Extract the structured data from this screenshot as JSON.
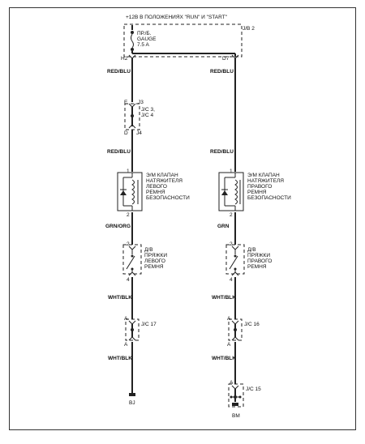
{
  "header": {
    "supply": "+12В В ПОЛОЖЕНИЯХ \"RUN\" И \"START\""
  },
  "junction_top": {
    "label": "J/B 2",
    "fuse_line1": "ПР./Б.",
    "fuse_line2": "GAUGE",
    "fuse_line3": "7.5 A",
    "pin_left": "H2",
    "pin_right": "D7"
  },
  "left": {
    "wire_1": "RED/BLU",
    "jc_top_pin": "E",
    "jc_top_conn": "J3",
    "jc_label_1": "J/C 3,",
    "jc_label_2": "J/C 4",
    "jc_bot_pin": "D",
    "jc_bot_conn": "J4",
    "wire_2": "RED/BLU",
    "solenoid_pin_top": "1",
    "solenoid_pin_bot": "2",
    "solenoid_label": [
      "Э/М КЛАПАН",
      "НАТЯЖИТЕЛЯ",
      "ЛЕВОГО",
      "РЕМНЯ",
      "БЕЗОПАСНОСТИ"
    ],
    "wire_3": "GRN/ORG",
    "switch_pin_top": "2",
    "switch_pin_bot": "4",
    "switch_label": [
      "Д/В",
      "ПРЯЖКИ",
      "ЛЕВОГО",
      "РЕМНЯ"
    ],
    "wire_4": "WHT/BLK",
    "jc2_pin_top": "A",
    "jc2_label": "J/C 17",
    "jc2_pin_bot": "A",
    "wire_5": "WHT/BLK",
    "ground": "BJ"
  },
  "right": {
    "wire_1": "RED/BLU",
    "wire_2": "RED/BLU",
    "solenoid_pin_top": "1",
    "solenoid_pin_bot": "2",
    "solenoid_label": [
      "Э/М КЛАПАН",
      "НАТЯЖИТЕЛЯ",
      "ПРАВОГО",
      "РЕМНЯ",
      "БЕЗОПАСНОСТИ"
    ],
    "wire_3": "GRN",
    "switch_pin_top": "2",
    "switch_pin_bot": "4",
    "switch_label": [
      "Д/В",
      "ПРЯЖКИ",
      "ПРАВОГО",
      "РЕМНЯ"
    ],
    "wire_4": "WHT/BLK",
    "jc2_pin_top": "A",
    "jc2_label": "J/C 16",
    "jc2_pin_bot": "A",
    "wire_5": "WHT/BLK",
    "jc3_pin_top": "A",
    "jc3_label": "J/C 15",
    "ground": "BM"
  }
}
